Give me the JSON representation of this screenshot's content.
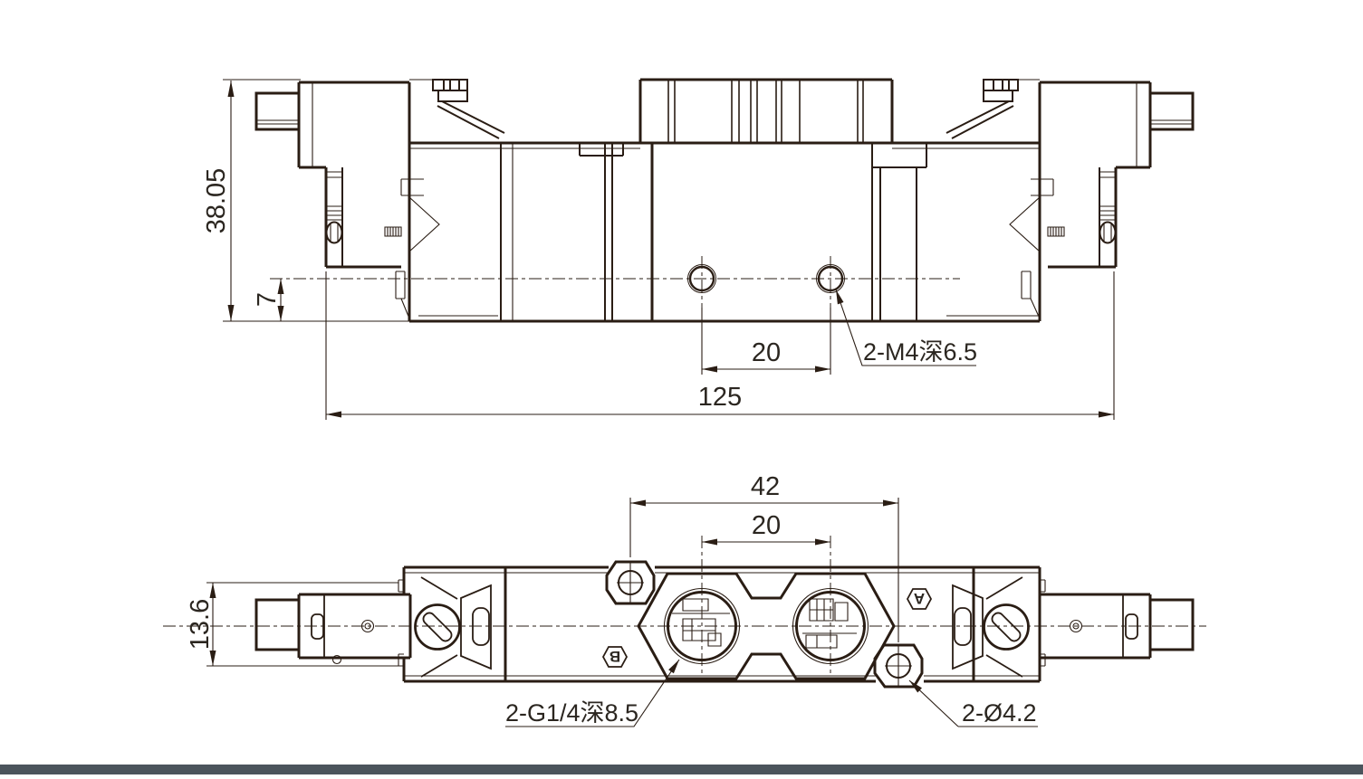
{
  "page": {
    "background": "#ffffff",
    "line_color": "#2a1d14",
    "footer_bar_color": "#4b545c"
  },
  "front_view": {
    "dim_height": "38.05",
    "dim_hole_offset": "7",
    "dim_hole_spacing": "20",
    "dim_overall_length": "125",
    "note_mount_holes": "2-M4深6.5"
  },
  "bottom_view": {
    "dim_bracket_hole_spacing": "42",
    "dim_port_spacing": "20",
    "dim_body_width": "13.6",
    "note_ports": "2-G1/4深8.5",
    "note_through_holes": "2-Ø4.2",
    "port_label_a": "A",
    "port_label_b": "B"
  }
}
